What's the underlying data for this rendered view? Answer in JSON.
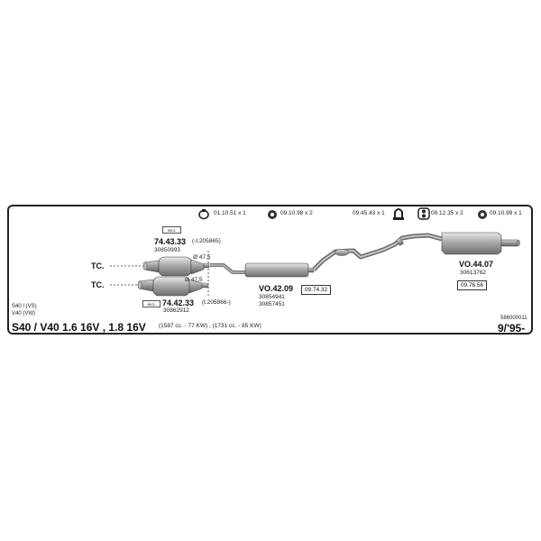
{
  "fittings": [
    {
      "code": "01.10.51",
      "qty": "x 1",
      "icon": "clamp-ring-icon"
    },
    {
      "code": "09.10.98",
      "qty": "x 2",
      "icon": "bolt-icon"
    },
    {
      "code": "09.45.43",
      "qty": "x 1",
      "icon": "hanger-icon"
    },
    {
      "code": "09.12.35",
      "qty": "x 2",
      "icon": "rubber-mount-icon"
    },
    {
      "code": "09.10.99",
      "qty": "x 1",
      "icon": "nut-icon"
    }
  ],
  "catalysts": {
    "upper": {
      "code": "74.43.33",
      "range": "(-t.205865)",
      "oe": "30850993",
      "incl": "INCL",
      "diameter": "Ø 47,5",
      "tc": "TC."
    },
    "lower": {
      "code": "74.42.33",
      "range": "(t.205866-)",
      "oe": "30862912",
      "incl": "INCL",
      "diameter": "Ø 47,5",
      "tc": "TC."
    }
  },
  "middle_part": {
    "code": "VO.42.09",
    "oe1": "30854941",
    "oe2": "30857451",
    "kit": "09.74.32"
  },
  "rear_part": {
    "code": "VO.44.07",
    "oe": "30613762",
    "kit": "09.76.56"
  },
  "vehicle": {
    "model_line1": "S40 I (VS)",
    "model_line2": "V40 (VW)",
    "title": "S40 / V40  1.6 16V , 1.8 16V",
    "engines": "(1587 cc. - 77 KW) , (1731 cc. - 85 KW)",
    "doc_number": "586000011",
    "year": "9/'95-"
  }
}
